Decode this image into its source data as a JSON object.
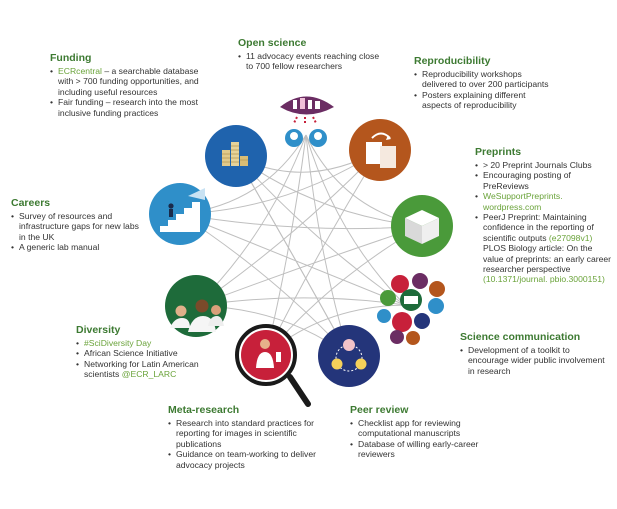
{
  "sections": {
    "funding": {
      "title": "Funding",
      "items": [
        {
          "link": "ECRcentral",
          "text": " – a searchable database with > 700 funding opportunities, and including useful resources"
        },
        {
          "text": "Fair funding – research into the most inclusive funding practices"
        }
      ]
    },
    "open_science": {
      "title": "Open science",
      "items": [
        {
          "text": "11 advocacy events reaching close to 700 fellow researchers"
        }
      ]
    },
    "reproducibility": {
      "title": "Reproducibility",
      "items": [
        {
          "text": "Reproducibility workshops delivered to over 200 participants"
        },
        {
          "text": "Posters explaining different aspects of reproducibility"
        }
      ]
    },
    "preprints": {
      "title": "Preprints",
      "items": [
        {
          "text": "> 20 Preprint Journals Clubs"
        },
        {
          "text": "Encouraging posting of PreReviews"
        },
        {
          "link": "WeSupportPreprints. wordpress.com"
        },
        {
          "text": "PeerJ Preprint: Maintaining confidence in the reporting of scientific outputs ",
          "link": "(e27098v1)"
        },
        {
          "text": "PLOS Biology article: On the value of preprints: an early career researcher perspective ",
          "link": "(10.1371/journal. pbio.3000151)",
          "continuation": true
        }
      ]
    },
    "careers": {
      "title": "Careers",
      "items": [
        {
          "text": "Survey of resources and infrastructure gaps for new labs in the UK"
        },
        {
          "text": "A generic lab manual"
        }
      ]
    },
    "diversity": {
      "title": "Diversity",
      "items": [
        {
          "link": "#SciDiversity Day"
        },
        {
          "text": "African Science Initiative"
        },
        {
          "text": "Networking for Latin American scientists ",
          "link": "@ECR_LARC"
        }
      ]
    },
    "science_communication": {
      "title": "Science communication",
      "items": [
        {
          "text": "Development of a toolkit to encourage wider public involvement in research"
        }
      ]
    },
    "meta_research": {
      "title": "Meta-research",
      "items": [
        {
          "text": "Research into standard practices for reporting for images in scientific publications"
        },
        {
          "text": "Guidance on team-working to deliver advocacy projects"
        }
      ]
    },
    "peer_review": {
      "title": "Peer review",
      "items": [
        {
          "text": "Checklist app for reviewing computational manuscripts"
        },
        {
          "text": "Database of willing early-career reviewers"
        }
      ]
    }
  },
  "icons": {
    "funding": "coin-stacks-icon",
    "open_science": "open-eye-icon",
    "reproducibility": "duplicate-documents-icon",
    "preprints": "paper-stack-icon",
    "careers": "career-stairs-icon",
    "diversity": "diverse-researchers-icon",
    "science_communication": "communication-cluster-icon",
    "meta_research": "magnifier-researcher-icon",
    "peer_review": "reviewer-network-icon"
  },
  "colors": {
    "heading": "#3d7a32",
    "link": "#6aa33a",
    "funding": "#1f63ad",
    "careers": "#2f8fc9",
    "diversity": "#1e6b3a",
    "meta_research": "#c7203a",
    "peer_review": "#24357a",
    "open_science": "#6b2d63",
    "reproducibility": "#b4561d",
    "preprints": "#4a9a3a",
    "connector": "#bfbfbf"
  }
}
